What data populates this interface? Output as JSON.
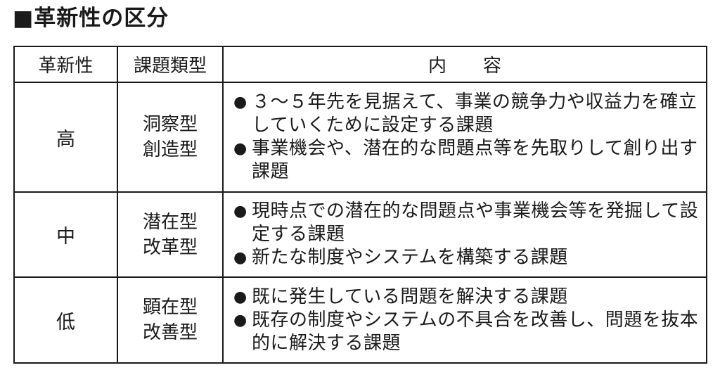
{
  "title": "■革新性の区分",
  "headers": {
    "innovation": "革新性",
    "issue_type": "課題類型",
    "content": "内　　容"
  },
  "rows": [
    {
      "level": "高",
      "types": [
        "洞察型",
        "創造型"
      ],
      "bullets": [
        "３～５年先を見据えて、事業の競争力や収益力を確立していくために設定する課題",
        "事業機会や、潜在的な問題点等を先取りして創り出す課題"
      ]
    },
    {
      "level": "中",
      "types": [
        "潜在型",
        "改革型"
      ],
      "bullets": [
        "現時点での潜在的な問題点や事業機会等を発掘して設定する課題",
        "新たな制度やシステムを構築する課題"
      ]
    },
    {
      "level": "低",
      "types": [
        "顕在型",
        "改善型"
      ],
      "bullets": [
        "既に発生している問題を解決する課題",
        "既存の制度やシステムの不具合を改善し、問題を抜本的に解決する課題"
      ]
    }
  ],
  "bullet_glyph": "●"
}
